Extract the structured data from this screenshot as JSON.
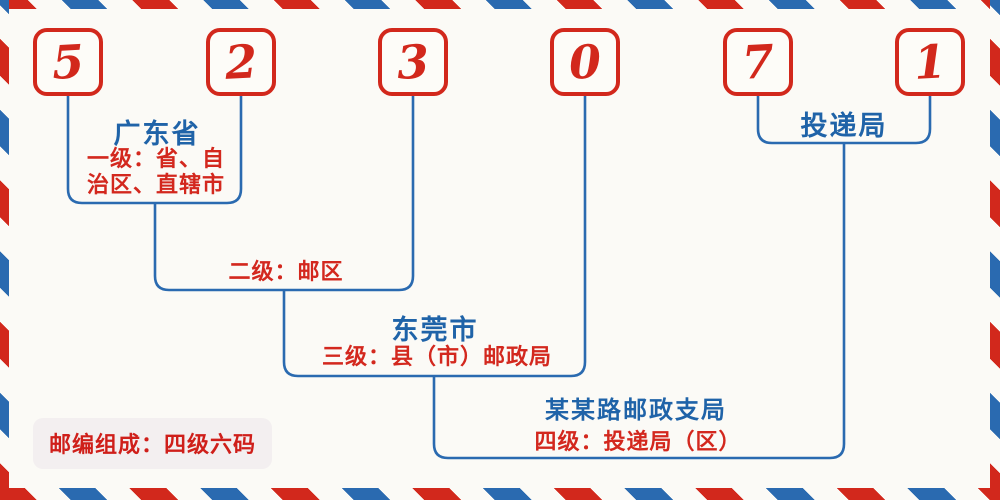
{
  "postal_code": {
    "digits": [
      "5",
      "2",
      "3",
      "0",
      "7",
      "1"
    ]
  },
  "annotations": {
    "level1": {
      "name": "广东省",
      "desc_line1": "一级：省、自",
      "desc_line2": "治区、直辖市"
    },
    "level2": {
      "desc": "二级：邮区"
    },
    "level3": {
      "name": "东莞市",
      "desc": "三级：县（市）邮政局"
    },
    "level4": {
      "name": "某某路邮政支局",
      "desc": "四级：投递局（区）"
    },
    "delivery": {
      "name": "投递局"
    }
  },
  "footer_badge": {
    "text": "邮编组成：四级六码"
  },
  "colors": {
    "digit_red": "#d2281c",
    "desc_red": "#d3281e",
    "name_blue": "#1f63a8",
    "line_blue": "#2a6ab0",
    "background": "#fbfaf6",
    "badge_background": "#f3eff0"
  }
}
